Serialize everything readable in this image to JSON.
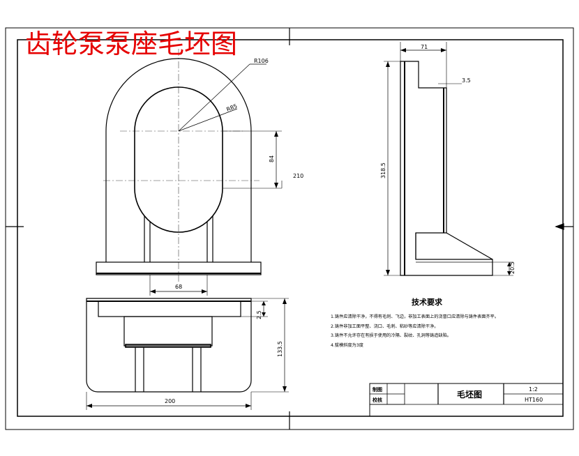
{
  "drawing_title": "齿轮泵泵座毛坯图",
  "dimensions": {
    "radius_outer": "R106",
    "radius_inner": "R85",
    "vertical_84": "84",
    "overall_210": "210",
    "width_68": "68",
    "top_71": "71",
    "step_3_5_side": "3.5",
    "height_318_5": "318.5",
    "base_20_5": "20.5",
    "plate_2_5": "2.5",
    "height_133_5": "133.5",
    "width_200": "200"
  },
  "notes": {
    "heading": "技术要求",
    "items": [
      "1.铸件应清除干净，不得有毛刺、飞边，非加工表面上的浇冒口应清除与铸件表面齐平。",
      "2.铸件非加工面平整、浇口、毛刺、粘砂等应清除干净。",
      "3.铸件不允许存在有损于使用的冷隔、裂纹、孔洞等铸造缺陷。",
      "4.拔模斜度为3度"
    ]
  },
  "title_block": {
    "label_drawn": "制图",
    "label_checked": "校核",
    "name": "毛坯图",
    "scale": "1:2",
    "material": "HT160"
  }
}
